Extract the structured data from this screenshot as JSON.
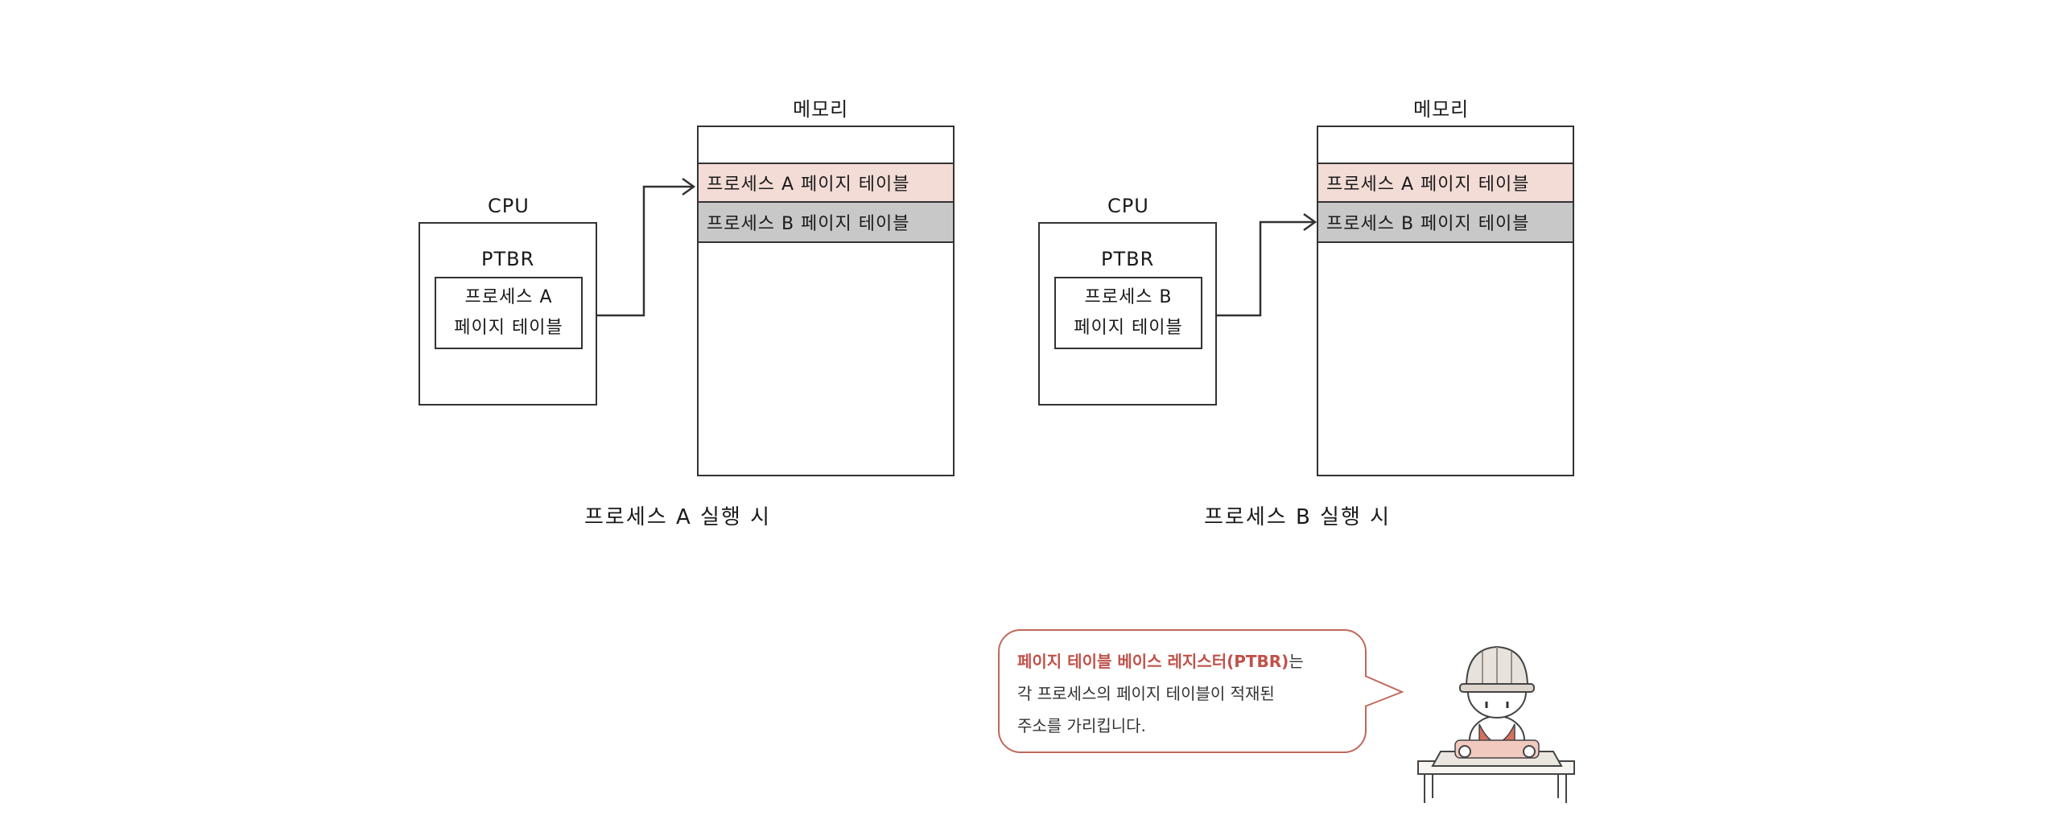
{
  "diagrams": [
    {
      "memory_label": "메모리",
      "cpu_label": "CPU",
      "ptbr_label": "PTBR",
      "ptbr_value_line1": "프로세스 A",
      "ptbr_value_line2": "페이지 테이블",
      "memory_rows": [
        "프로세스 A 페이지 테이블",
        "프로세스 B 페이지 테이블"
      ],
      "caption": "프로세스 A 실행 시"
    },
    {
      "memory_label": "메모리",
      "cpu_label": "CPU",
      "ptbr_label": "PTBR",
      "ptbr_value_line1": "프로세스 B",
      "ptbr_value_line2": "페이지 테이블",
      "memory_rows": [
        "프로세스 A 페이지 테이블",
        "프로세스 B 페이지 테이블"
      ],
      "caption": "프로세스 B 실행 시"
    }
  ],
  "colors": {
    "row_a": "#f3dcd6",
    "row_b": "#c8c8c8",
    "bubble_border": "#c0685a",
    "highlight": "#c0524a"
  },
  "speech_bubble": {
    "highlight": "페이지 테이블 베이스 레지스터(PTBR)",
    "line1_rest": "는",
    "line2": "각 프로세스의 페이지 테이블이 적재된",
    "line3": "주소를 가리킵니다."
  },
  "character_icon": "hardhat-worker-icon"
}
